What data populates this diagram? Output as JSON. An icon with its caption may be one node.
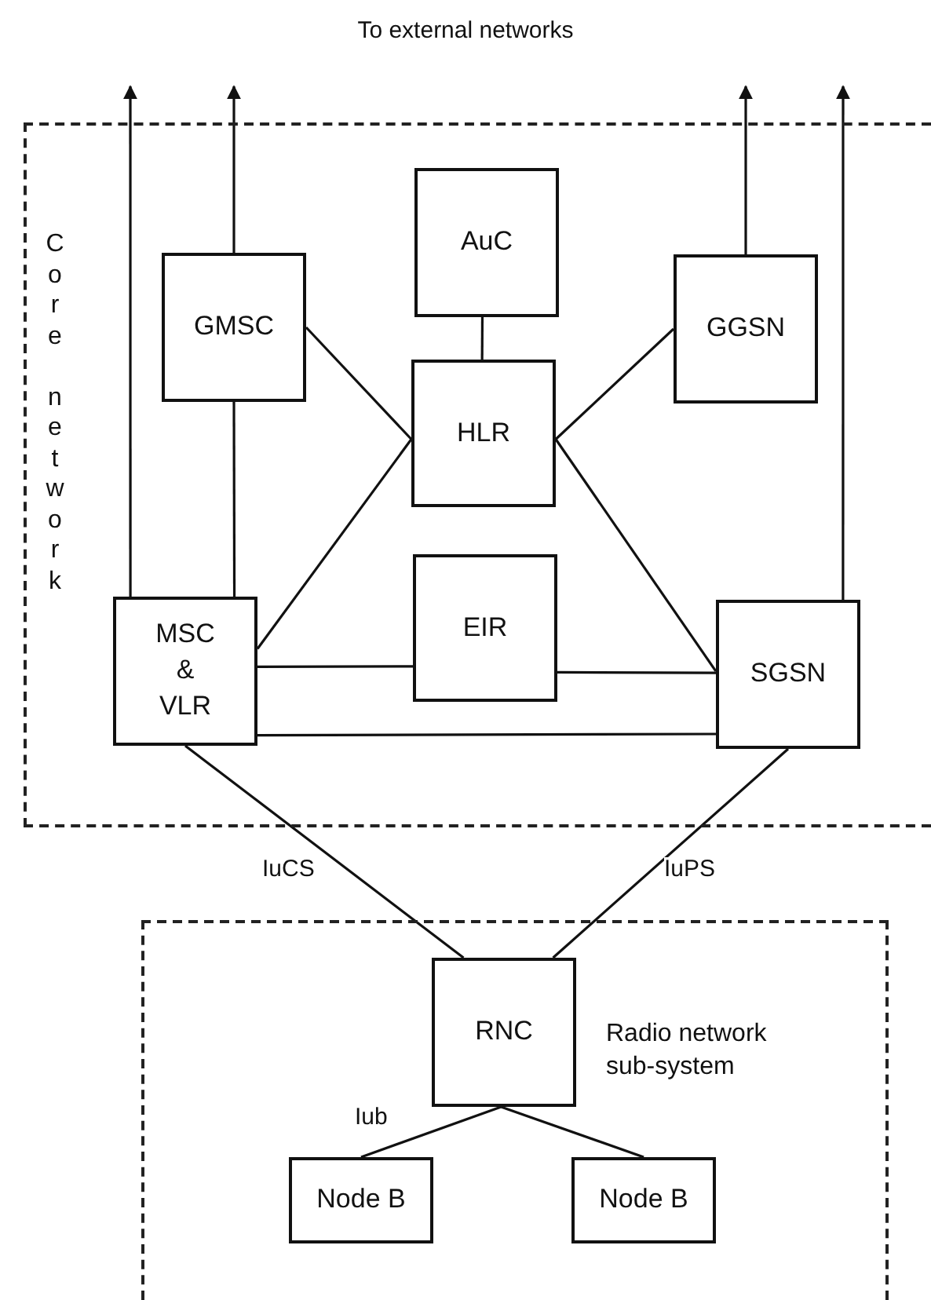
{
  "diagram": {
    "nodes": [
      {
        "text": [
          "Core network"
        ]
      },
      {
        "text": [
          "AuC"
        ],
        "in": 0
      },
      {
        "text": [
          "GMSC"
        ],
        "in": 0
      },
      {
        "text": [
          "GGSN"
        ],
        "in": 0
      },
      {
        "text": [
          "HLR"
        ],
        "in": 0
      },
      {
        "text": [
          "EIR"
        ],
        "in": 0
      },
      {
        "text": [
          "MSC & VLR"
        ],
        "in": 0
      },
      {
        "text": [
          "SGSN"
        ],
        "in": 0
      },
      {
        "text": [
          "Radio network sub-system"
        ]
      },
      {
        "text": [
          "RNC"
        ],
        "in": 8
      },
      {
        "text": [
          "Node B"
        ],
        "in": 8
      },
      {
        "text": [
          "Node B"
        ],
        "in": 8
      }
    ],
    "edges": [
      {
        "from": 6,
        "to": null,
        "arrow": "to"
      },
      {
        "from": 2,
        "to": null,
        "arrow": "to"
      },
      {
        "from": 3,
        "to": null,
        "arrow": "to"
      },
      {
        "from": 7,
        "to": null,
        "arrow": "to"
      },
      {
        "from": 2,
        "to": 6,
        "arrow": "none"
      },
      {
        "from": 2,
        "to": 4,
        "arrow": "none"
      },
      {
        "from": 1,
        "to": 4,
        "arrow": "none"
      },
      {
        "from": 4,
        "to": 3,
        "arrow": "none"
      },
      {
        "from": 4,
        "to": 6,
        "arrow": "none"
      },
      {
        "from": 4,
        "to": 7,
        "arrow": "none"
      },
      {
        "from": 6,
        "to": 5,
        "arrow": "none"
      },
      {
        "from": 5,
        "to": 7,
        "arrow": "none"
      },
      {
        "from": 6,
        "to": 7,
        "arrow": "none"
      },
      {
        "from": 6,
        "to": 9,
        "arrow": "none",
        "label": "IuCS"
      },
      {
        "from": 7,
        "to": 9,
        "arrow": "none",
        "label": "IuPS"
      },
      {
        "from": 9,
        "to": 10,
        "arrow": "none",
        "label": "Iub"
      },
      {
        "from": 9,
        "to": 11,
        "arrow": "none"
      }
    ],
    "labels": [
      "To external networks"
    ]
  }
}
